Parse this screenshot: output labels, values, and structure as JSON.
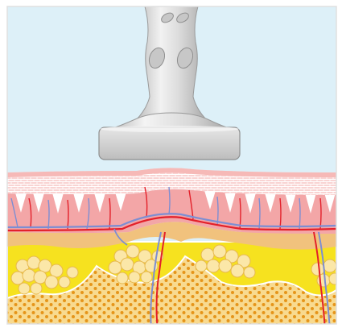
{
  "illustration": {
    "device": {
      "icon": "ultrasound-handpiece-icon",
      "finger_grips": 4
    },
    "layers": [
      "background",
      "epidermis",
      "dermis",
      "subcutaneous-fat",
      "deep-fat-tissue"
    ],
    "vessels": [
      "artery",
      "vein"
    ],
    "colors": {
      "background": "#ddf0f8",
      "device_light": "#e9e9e9",
      "device_mid": "#c8c8c8",
      "device_dark": "#9a9a9a",
      "skin_top": "#f7c8c6",
      "epidermis_grid": "#fbe3e2",
      "dermis": "#f3a6a6",
      "dermis_dark": "#e88b8d",
      "fat_band": "#f2c680",
      "fat_yellow": "#f7e21e",
      "fat_cell": "#fbe6a4",
      "fat_cell_edge": "#e8bd55",
      "deep_fat": "#f7d88e",
      "dots": "#e79a1f",
      "artery": "#e3202a",
      "vein": "#7d8ed2",
      "frame": "#e0e0e0"
    }
  }
}
